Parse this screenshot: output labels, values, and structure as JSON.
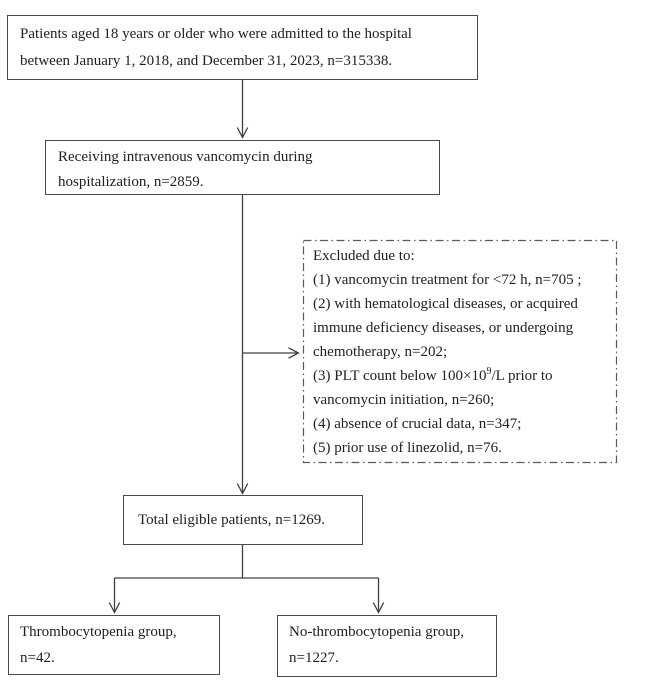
{
  "colors": {
    "box_border": "#4a4a4a",
    "dashed_border": "#5a5a5a",
    "connector": "#404040",
    "text": "#1f1f1f",
    "background": "#ffffff"
  },
  "flowchart": {
    "admitted_box": {
      "lines": [
        "Patients aged 18 years or older who were admitted to the hospital",
        "between January 1, 2018, and December 31, 2023, n=315338."
      ]
    },
    "vancomycin_box": {
      "lines": [
        "Receiving intravenous vancomycin during",
        "hospitalization, n=2859."
      ]
    },
    "excluded_box": {
      "title": "Excluded due to:",
      "lines_before": [
        "(1) vancomycin treatment for <72 h, n=705 ;",
        "(2) with hematological diseases, or acquired",
        "immune deficiency diseases, or undergoing",
        "chemotherapy, n=202;"
      ],
      "plt_line": {
        "pre": "(3) PLT count below 100×10",
        "sup": "9",
        "post": "/L prior to"
      },
      "lines_after": [
        "vancomycin initiation, n=260;",
        "(4) absence of crucial data, n=347;",
        "(5) prior use of linezolid, n=76."
      ]
    },
    "eligible_box": {
      "text": "Total eligible patients, n=1269."
    },
    "thrombocytopenia_box": {
      "lines": [
        "Thrombocytopenia group,",
        "n=42."
      ]
    },
    "no_thrombocytopenia_box": {
      "lines": [
        "No-thrombocytopenia group,",
        "n=1227."
      ]
    }
  }
}
